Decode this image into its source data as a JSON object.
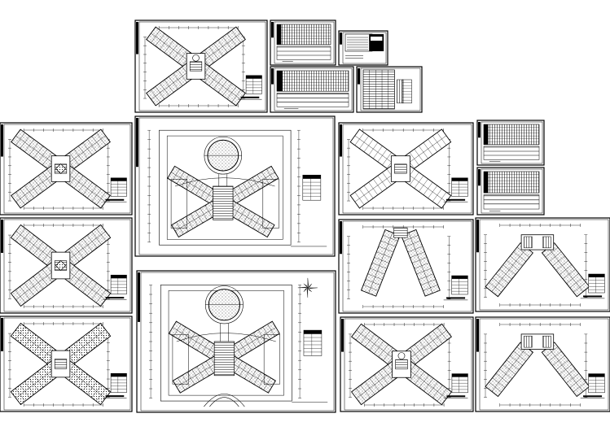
{
  "colors": {
    "background": "#ffffff",
    "line": "#000000",
    "hatch": "#555555"
  },
  "sheets": [
    {
      "id": "s01",
      "kind": "floorplan",
      "variant": "x-core"
    },
    {
      "id": "s02",
      "kind": "table"
    },
    {
      "id": "s03",
      "kind": "note-block"
    },
    {
      "id": "s04",
      "kind": "table"
    },
    {
      "id": "s05",
      "kind": "grid-table"
    },
    {
      "id": "s06",
      "kind": "floorplan",
      "variant": "x-full"
    },
    {
      "id": "s07",
      "kind": "site-plan",
      "variant": "circle-top"
    },
    {
      "id": "s08",
      "kind": "floorplan",
      "variant": "x-open"
    },
    {
      "id": "s09",
      "kind": "table"
    },
    {
      "id": "s10",
      "kind": "table"
    },
    {
      "id": "s11",
      "kind": "floorplan",
      "variant": "x-full"
    },
    {
      "id": "s12",
      "kind": "floorplan",
      "variant": "v-pair"
    },
    {
      "id": "s13",
      "kind": "floorplan",
      "variant": "v-shape"
    },
    {
      "id": "s14",
      "kind": "floorplan",
      "variant": "x-hatch"
    },
    {
      "id": "s15",
      "kind": "site-plan",
      "variant": "circle-mid"
    },
    {
      "id": "s16",
      "kind": "floorplan",
      "variant": "x-core"
    },
    {
      "id": "s17",
      "kind": "floorplan",
      "variant": "v-shape"
    }
  ]
}
